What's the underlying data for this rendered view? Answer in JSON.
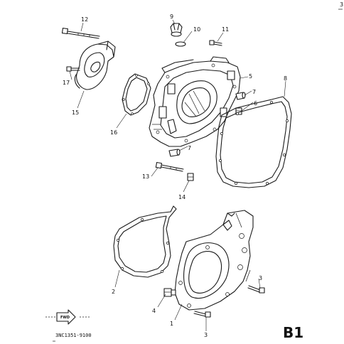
{
  "diagram": {
    "page_label": "B1",
    "part_code": "3NC1351-9100",
    "fwd_label": "FWD",
    "corner_mark": "3",
    "callouts": {
      "c1": "1",
      "c2": "2",
      "c3a": "3",
      "c3b": "3",
      "c4": "4",
      "c5": "5",
      "c6": "6",
      "c7a": "7",
      "c7b": "7",
      "c8": "8",
      "c9": "9",
      "c10": "10",
      "c11": "11",
      "c12": "12",
      "c13": "13",
      "c14": "14",
      "c15": "15",
      "c16": "16",
      "c17": "17"
    }
  }
}
